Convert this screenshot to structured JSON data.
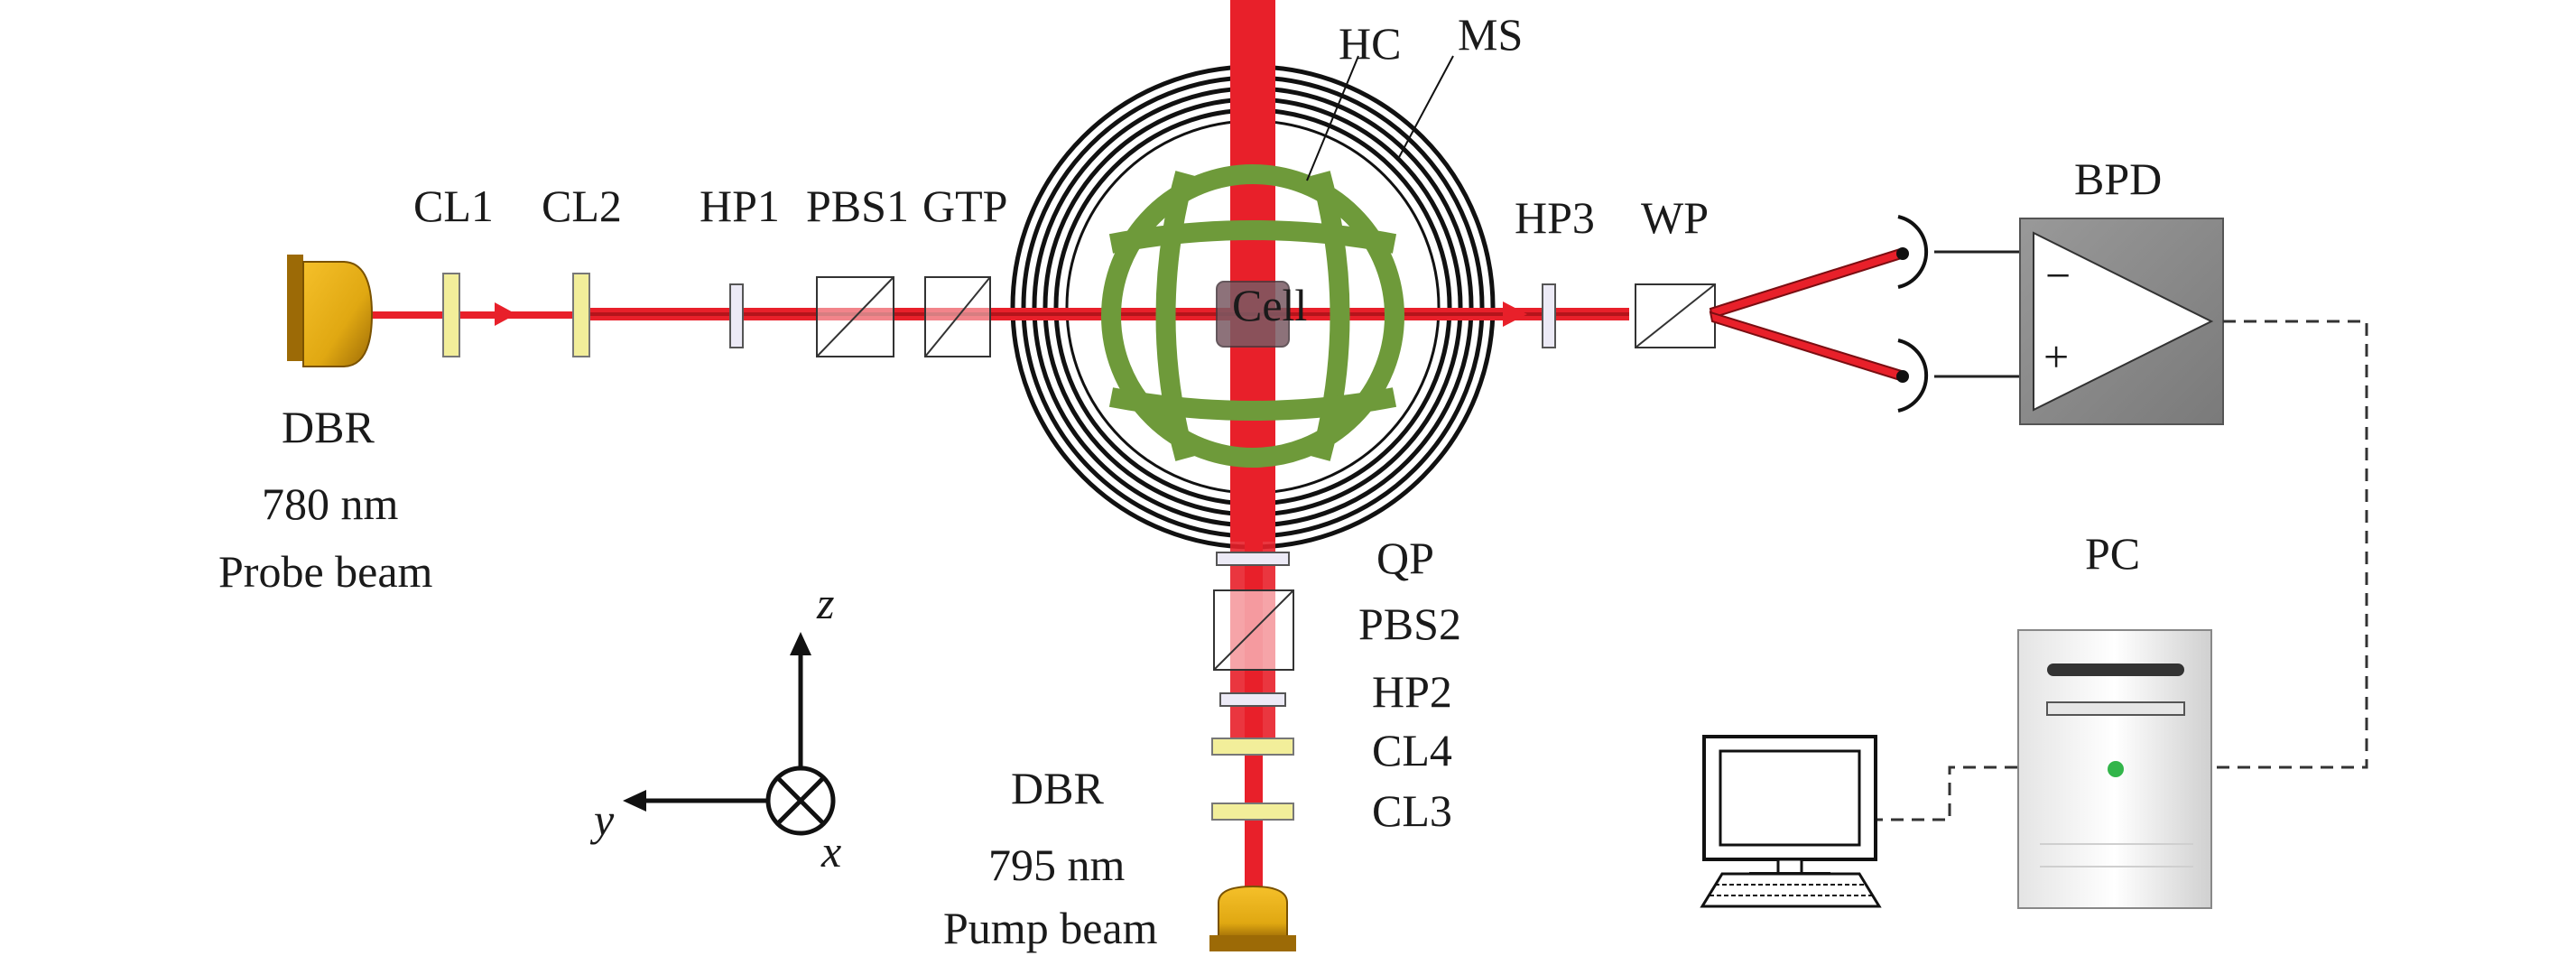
{
  "labels": {
    "cl1": "CL1",
    "cl2": "CL2",
    "hp1": "HP1",
    "pbs1": "PBS1",
    "gtp": "GTP",
    "hc": "HC",
    "ms": "MS",
    "hp3": "HP3",
    "wp": "WP",
    "bpd": "BPD",
    "cell": "Cell",
    "dbr_probe": "DBR",
    "probe_wavelength": "780 nm",
    "probe_beam": "Probe beam",
    "qp": "QP",
    "pbs2": "PBS2",
    "hp2": "HP2",
    "cl4": "CL4",
    "cl3": "CL3",
    "dbr_pump": "DBR",
    "pump_wavelength": "795 nm",
    "pump_beam": "Pump beam",
    "pc": "PC",
    "axis_z": "z",
    "axis_y": "y",
    "axis_x": "x",
    "bpd_minus": "−",
    "bpd_plus": "+"
  },
  "colors": {
    "beam": "#e8202a",
    "coil_green": "#6e9a3a",
    "laser_gold": "#e0a812",
    "lens_yellow": "#f2ee9a",
    "bpd_gray": "#8c8c8c",
    "shield_black": "#111111"
  }
}
